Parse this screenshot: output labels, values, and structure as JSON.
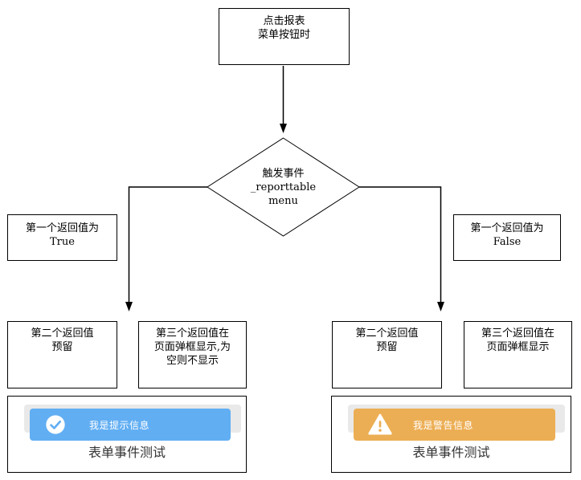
{
  "flowchart": {
    "start": {
      "lines": [
        "点击报表",
        "菜单按钮时"
      ]
    },
    "decision": {
      "lines": [
        "触发事件",
        "_reporttable",
        "menu"
      ]
    },
    "branch_true_label": {
      "lines": [
        "第一个返回值为",
        "True"
      ]
    },
    "branch_false_label": {
      "lines": [
        "第一个返回值为",
        "False"
      ]
    },
    "true_outcome_second": {
      "lines": [
        "第二个返回值",
        "预留"
      ]
    },
    "true_outcome_third": {
      "lines": [
        "第三个返回值在",
        "页面弹框显示,为",
        "空则不显示"
      ]
    },
    "false_outcome_second": {
      "lines": [
        "第二个返回值",
        "预留"
      ]
    },
    "false_outcome_third": {
      "lines": [
        "第三个返回值在",
        "页面弹框显示"
      ]
    }
  },
  "panels": {
    "info": {
      "toast_text": "我是提示信息",
      "accent": "#61aef3",
      "icon": "check-circle-icon",
      "title": "表单事件测试"
    },
    "warning": {
      "toast_text": "我是警告信息",
      "accent": "#ecae54",
      "icon": "warning-triangle-icon",
      "title": "表单事件测试"
    }
  },
  "colors": {
    "line": "#000000",
    "toast_shadow": "#e9e9e9",
    "title_text": "#333333"
  }
}
